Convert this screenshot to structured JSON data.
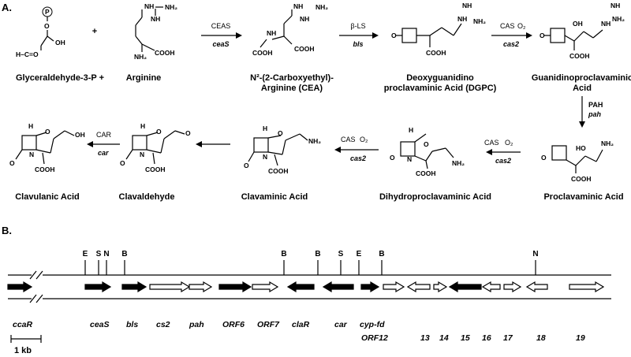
{
  "panel_a": {
    "label": "A.",
    "compounds": [
      {
        "name": "Glyceraldehyde-3-P +"
      },
      {
        "name": "Arginine"
      },
      {
        "name_line1": "N²-(2-Carboxyethyl)-",
        "name_line2": "Arginine (CEA)"
      },
      {
        "name_line1": "Deoxyguanidino",
        "name_line2": "proclavaminic Acid (DGPC)"
      },
      {
        "name_line1": "Guanidinoproclavaminic",
        "name_line2": "Acid"
      },
      {
        "name": "Proclavaminic Acid"
      },
      {
        "name": "Dihydroproclavaminic Acid"
      },
      {
        "name": "Clavaminic Acid"
      },
      {
        "name": "Clavaldehyde"
      },
      {
        "name": "Clavulanic Acid"
      }
    ],
    "plus": "+",
    "steps": [
      {
        "enzyme": "CEAS",
        "gene": "ceaS"
      },
      {
        "enzyme": "β-LS",
        "gene": "bls"
      },
      {
        "enzyme": "CAS",
        "cofactor": "O₂",
        "gene": "cas2"
      },
      {
        "enzyme": "PAH",
        "gene": "pah"
      },
      {
        "enzyme": "CAS",
        "cofactor": "O₂",
        "gene": "cas2"
      },
      {
        "enzyme": "CAS",
        "cofactor": "O₂",
        "gene": "cas2"
      },
      {
        "enzyme": "",
        "gene": ""
      },
      {
        "enzyme": "CAR",
        "gene": "car"
      }
    ],
    "atoms": {
      "P": "P",
      "O": "O",
      "OH": "OH",
      "H": "H",
      "HC": "H–C=O",
      "NH": "NH",
      "NH2": "NH",
      "NH2sub": "2",
      "NH2full": "NH₂",
      "COOH": "COOH",
      "N": "N",
      "HO": "HO"
    }
  },
  "panel_b": {
    "label": "B.",
    "restriction_sites": [
      "E",
      "S",
      "N",
      "B",
      "B",
      "B",
      "S",
      "E",
      "B",
      "N"
    ],
    "genes_row1": [
      "ccaR",
      "ceaS",
      "bls",
      "cs2",
      "pah",
      "ORF6",
      "ORF7",
      "claR",
      "car",
      "cyp-fd"
    ],
    "genes_row2": [
      "ORF12",
      "13",
      "14",
      "15",
      "16",
      "17",
      "18",
      "19"
    ],
    "scale": {
      "label": "1 kb"
    },
    "genes": [
      {
        "name": "ccaR",
        "strand": "+",
        "filled": true
      },
      {
        "name": "ceaS",
        "strand": "+",
        "filled": true
      },
      {
        "name": "bls",
        "strand": "+",
        "filled": true
      },
      {
        "name": "cs2",
        "strand": "+",
        "filled": false
      },
      {
        "name": "pah",
        "strand": "+",
        "filled": false
      },
      {
        "name": "ORF6",
        "strand": "+",
        "filled": true
      },
      {
        "name": "ORF7",
        "strand": "+",
        "filled": false
      },
      {
        "name": "claR",
        "strand": "-",
        "filled": true
      },
      {
        "name": "car",
        "strand": "-",
        "filled": true
      },
      {
        "name": "cyp-fd",
        "strand": "+",
        "filled": true
      },
      {
        "name": "ORF12",
        "strand": "+",
        "filled": false
      },
      {
        "name": "13",
        "strand": "-",
        "filled": false
      },
      {
        "name": "14",
        "strand": "+",
        "filled": false
      },
      {
        "name": "15",
        "strand": "-",
        "filled": true
      },
      {
        "name": "16",
        "strand": "-",
        "filled": false
      },
      {
        "name": "17",
        "strand": "+",
        "filled": false
      },
      {
        "name": "18",
        "strand": "-",
        "filled": false
      },
      {
        "name": "19",
        "strand": "+",
        "filled": false
      }
    ]
  }
}
